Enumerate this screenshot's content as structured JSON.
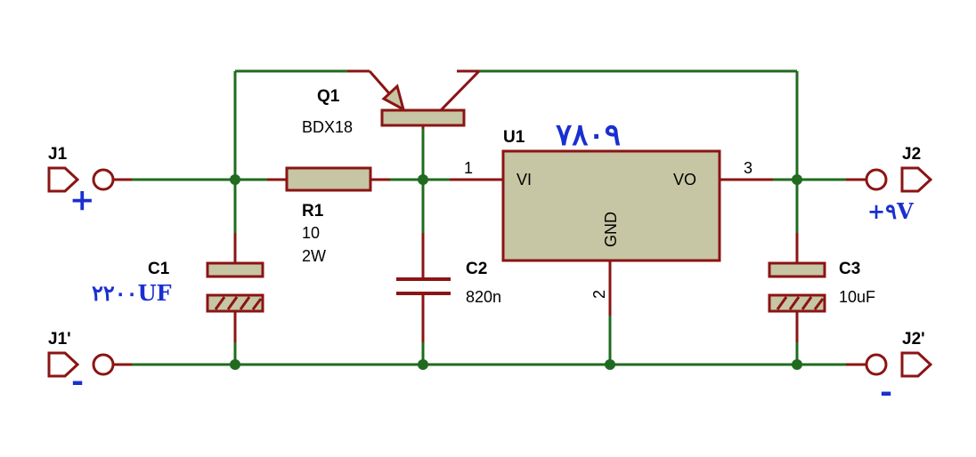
{
  "colors": {
    "wire": "#1f6b1f",
    "pin": "#8b1414",
    "body_fill": "#c6c6a4",
    "annotation": "#1a2fd0"
  },
  "components": {
    "J1": {
      "ref": "J1",
      "polarity": "+"
    },
    "J1p": {
      "ref": "J1'",
      "polarity": "-"
    },
    "J2": {
      "ref": "J2",
      "annotation": "+٩V"
    },
    "J2p": {
      "ref": "J2'",
      "polarity": "-"
    },
    "Q1": {
      "ref": "Q1",
      "value": "BDX18"
    },
    "R1": {
      "ref": "R1",
      "value": "10",
      "rating": "2W"
    },
    "C1": {
      "ref": "C1",
      "annotation": "٢٢٠٠UF"
    },
    "C2": {
      "ref": "C2",
      "value": "820n"
    },
    "C3": {
      "ref": "C3",
      "value": "10uF"
    },
    "U1": {
      "ref": "U1",
      "annotation": "٧٨٠٩",
      "pin_vi": "VI",
      "pin_vo": "VO",
      "pin_gnd": "GND",
      "pin1": "1",
      "pin2": "2",
      "pin3": "3"
    }
  }
}
